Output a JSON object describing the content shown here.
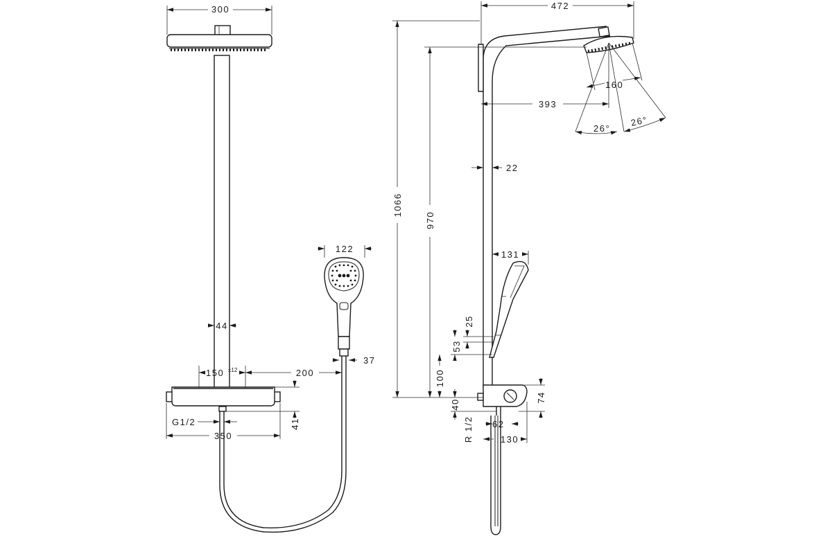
{
  "dimensions": {
    "front_head_width": "300",
    "front_pipe_width": "44",
    "front_spacing": "150",
    "front_spacing_tolerance": "±12",
    "front_hand_offset": "200",
    "front_holder_width": "37",
    "front_thread": "G1/2",
    "front_total_width": "350",
    "front_thread_height": "41",
    "hand_shower_width": "122",
    "side_reach": "472",
    "side_head_reach": "393",
    "side_head_diameter": "160",
    "side_angle_left": "26°",
    "side_angle_right": "26°",
    "side_pipe_width": "22",
    "side_total_height": "1066",
    "side_head_height": "970",
    "side_hand_projection": "131",
    "side_dim_25": "25",
    "side_dim_53": "53",
    "side_dim_100": "100",
    "side_dim_40": "40",
    "side_thread": "R 1/2",
    "side_dim_62": "62",
    "side_dim_130": "130",
    "side_dim_74": "74"
  }
}
